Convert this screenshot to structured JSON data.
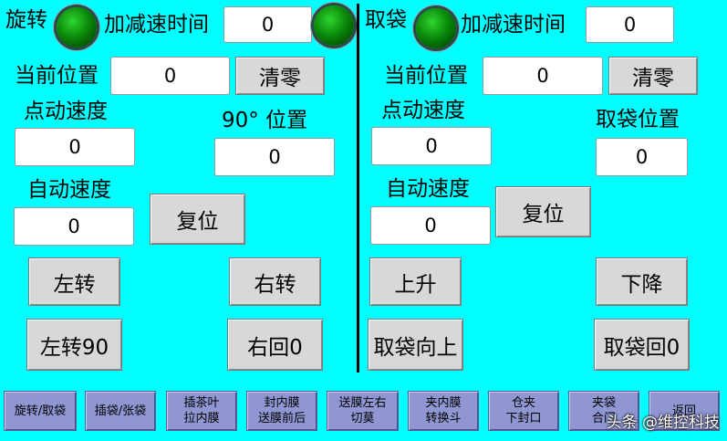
{
  "left": {
    "title": "旋转",
    "accel_label": "加减速时间",
    "accel_value": "0",
    "pos_label": "当前位置",
    "pos_value": "0",
    "clear_btn": "清零",
    "jog_label": "点动速度",
    "jog_value": "0",
    "deg90_label": "90° 位置",
    "deg90_value": "0",
    "auto_label": "自动速度",
    "auto_value": "0",
    "reset_btn": "复位",
    "left_btn": "左转",
    "right_btn": "右转",
    "left90_btn": "左转90",
    "right0_btn": "右回0"
  },
  "right": {
    "title": "取袋",
    "accel_label": "加减速时间",
    "accel_value": "0",
    "pos_label": "当前位置",
    "pos_value": "0",
    "clear_btn": "清零",
    "jog_label": "点动速度",
    "jog_value": "0",
    "take_label": "取袋位置",
    "take_value": "0",
    "auto_label": "自动速度",
    "auto_value": "0",
    "reset_btn": "复位",
    "up_btn": "上升",
    "down_btn": "下降",
    "takeup_btn": "取袋向上",
    "take0_btn": "取袋回0"
  },
  "nav": [
    {
      "l1": "旋转/取袋",
      "l2": ""
    },
    {
      "l1": "插袋/张袋",
      "l2": ""
    },
    {
      "l1": "插茶叶",
      "l2": "拉内膜"
    },
    {
      "l1": "封内膜",
      "l2": "送膜前后"
    },
    {
      "l1": "送膜左右",
      "l2": "切莫"
    },
    {
      "l1": "夹内膜",
      "l2": "转换斗"
    },
    {
      "l1": "仓夹",
      "l2": "下封口"
    },
    {
      "l1": "夹袋",
      "l2": "合门"
    },
    {
      "l1": "返回",
      "l2": ""
    }
  ],
  "watermark": "头条 @维控科技",
  "colors": {
    "background": "#00ffff",
    "lamp": "#0a8a0a",
    "nav": "#8f96d2"
  }
}
